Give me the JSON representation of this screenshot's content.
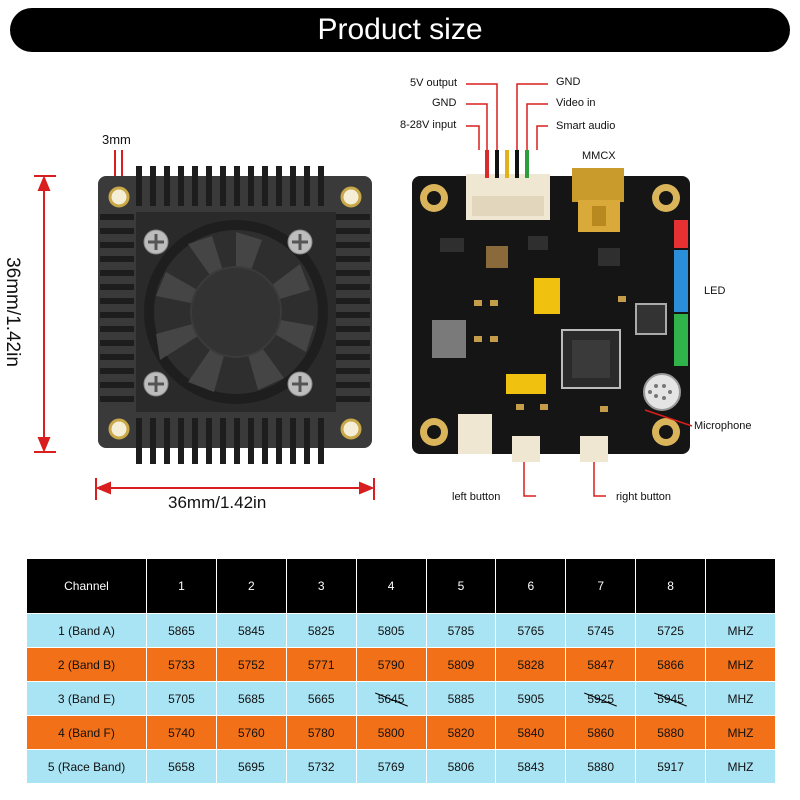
{
  "title": "Product size",
  "dimensions": {
    "hole": "3mm",
    "height": "36mm/1.42in",
    "width": "36mm/1.42in"
  },
  "pin_labels": {
    "v5_output": "5V output",
    "gnd_left": "GND",
    "input_8_28v": "8-28V input",
    "gnd_right": "GND",
    "video_in": "Video in",
    "smart_audio": "Smart audio",
    "mmcx": "MMCX",
    "led": "LED",
    "microphone": "Microphone",
    "left_button": "left button",
    "right_button": "right button"
  },
  "table": {
    "header": [
      "Channel",
      "1",
      "2",
      "3",
      "4",
      "5",
      "6",
      "7",
      "8",
      ""
    ],
    "rows": [
      {
        "style": "light",
        "cells": [
          "1 (Band A)",
          "5865",
          "5845",
          "5825",
          "5805",
          "5785",
          "5765",
          "5745",
          "5725",
          "MHZ"
        ]
      },
      {
        "style": "orange",
        "cells": [
          "2 (Band B)",
          "5733",
          "5752",
          "5771",
          "5790",
          "5809",
          "5828",
          "5847",
          "5866",
          "MHZ"
        ]
      },
      {
        "style": "light",
        "cells": [
          "3 (Band E)",
          "5705",
          "5685",
          "5665",
          "5645",
          "5885",
          "5905",
          "5925",
          "5945",
          "MHZ"
        ],
        "struck": [
          4,
          7,
          8
        ]
      },
      {
        "style": "orange",
        "cells": [
          "4 (Band F)",
          "5740",
          "5760",
          "5780",
          "5800",
          "5820",
          "5840",
          "5860",
          "5880",
          "MHZ"
        ]
      },
      {
        "style": "light",
        "cells": [
          "5 (Race Band)",
          "5658",
          "5695",
          "5732",
          "5769",
          "5806",
          "5843",
          "5880",
          "5917",
          "MHZ"
        ]
      }
    ]
  },
  "colors": {
    "banner": "#000000",
    "table_light": "#a9e4f4",
    "table_orange": "#f27017",
    "dimension_red": "#d81e1e",
    "pcb": "#151515",
    "heatsink": "#2c2c2c",
    "gold": "#d9b45a"
  }
}
